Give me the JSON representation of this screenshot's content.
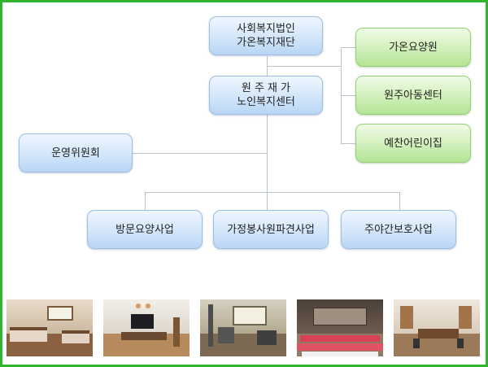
{
  "top_node": {
    "line1": "사회복지법인",
    "line2": "가온복지재단"
  },
  "center_node": {
    "line1": "원 주 재 가",
    "line2": "노인복지센터"
  },
  "committee": {
    "label": "운영위원회"
  },
  "affiliates": [
    {
      "label": "가온요양원"
    },
    {
      "label": "원주아동센터"
    },
    {
      "label": "예찬어린이집"
    }
  ],
  "programs": [
    {
      "label": "방문요양사업"
    },
    {
      "label": "가정봉사원파견사업"
    },
    {
      "label": "주야간보호사업"
    }
  ],
  "colors": {
    "frame": "#2fb52f",
    "blue_node": "#cfe3f8",
    "green_node": "#cdeeb5",
    "connector": "#b9c3ce"
  },
  "photos": [
    {
      "name": "bedroom-photo"
    },
    {
      "name": "living-room-photo"
    },
    {
      "name": "therapy-room-photo"
    },
    {
      "name": "hall-photo"
    },
    {
      "name": "dining-room-photo"
    }
  ]
}
